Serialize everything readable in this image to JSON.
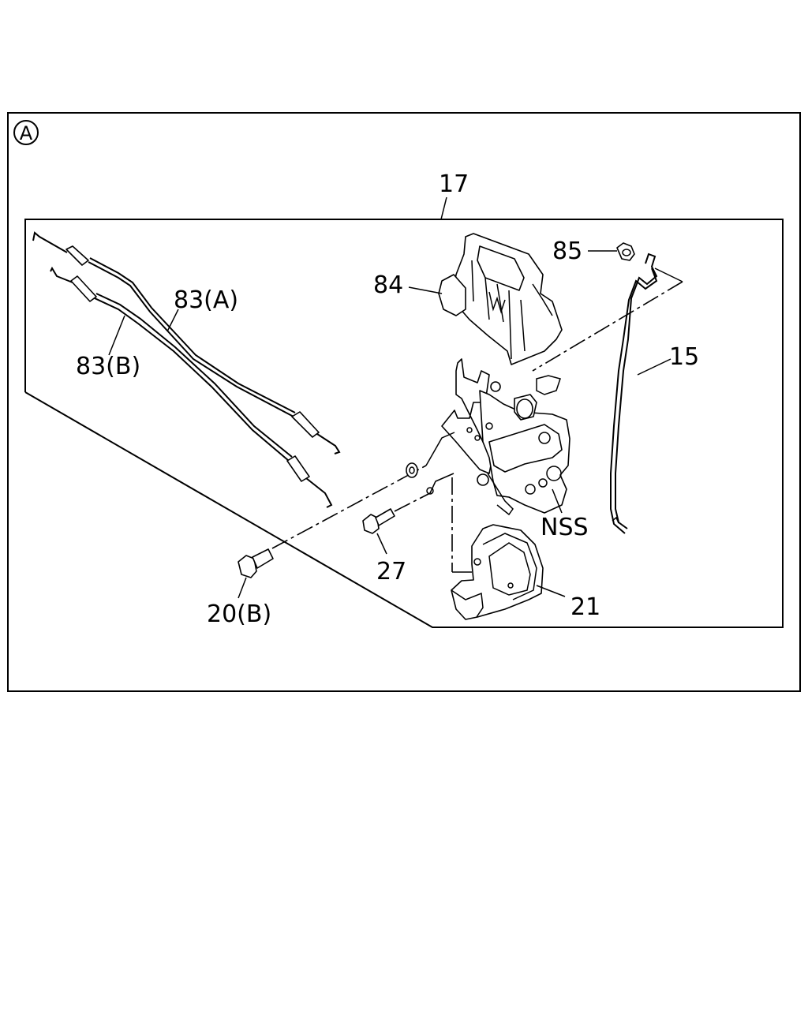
{
  "diagram": {
    "view_marker": "A",
    "assembly_label": "17",
    "callouts": {
      "p84": "84",
      "p85": "85",
      "p15": "15",
      "p83a": "83(A)",
      "p83b": "83(B)",
      "pNSS": "NSS",
      "p27": "27",
      "p21": "21",
      "p20b": "20(B)"
    }
  }
}
